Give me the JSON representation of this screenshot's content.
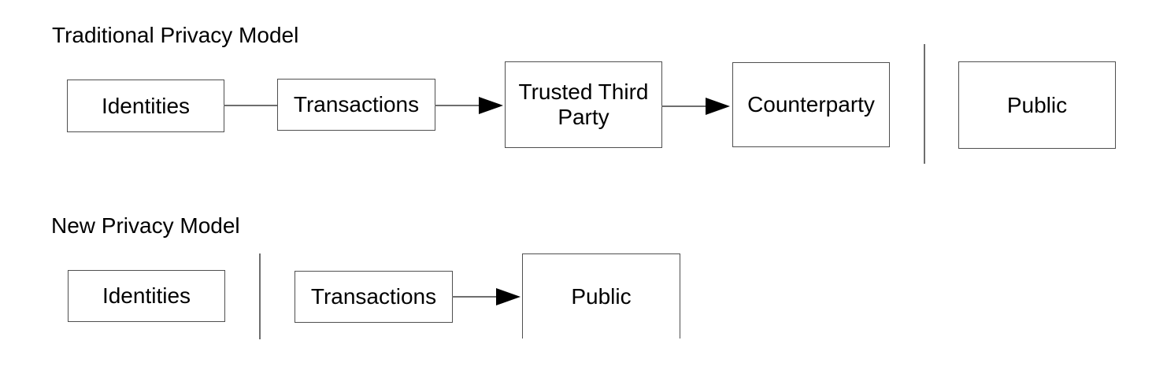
{
  "colors": {
    "background": "#ffffff",
    "box_border": "#4f4f4f",
    "connector": "#6e6e6e",
    "arrowhead": "#000000",
    "text": "#000000"
  },
  "traditional": {
    "title": "Traditional Privacy Model",
    "identities": "Identities",
    "transactions": "Transactions",
    "trusted_third_party": "Trusted Third Party",
    "counterparty": "Counterparty",
    "public": "Public"
  },
  "new_model": {
    "title": "New Privacy Model",
    "identities": "Identities",
    "transactions": "Transactions",
    "public": "Public"
  }
}
